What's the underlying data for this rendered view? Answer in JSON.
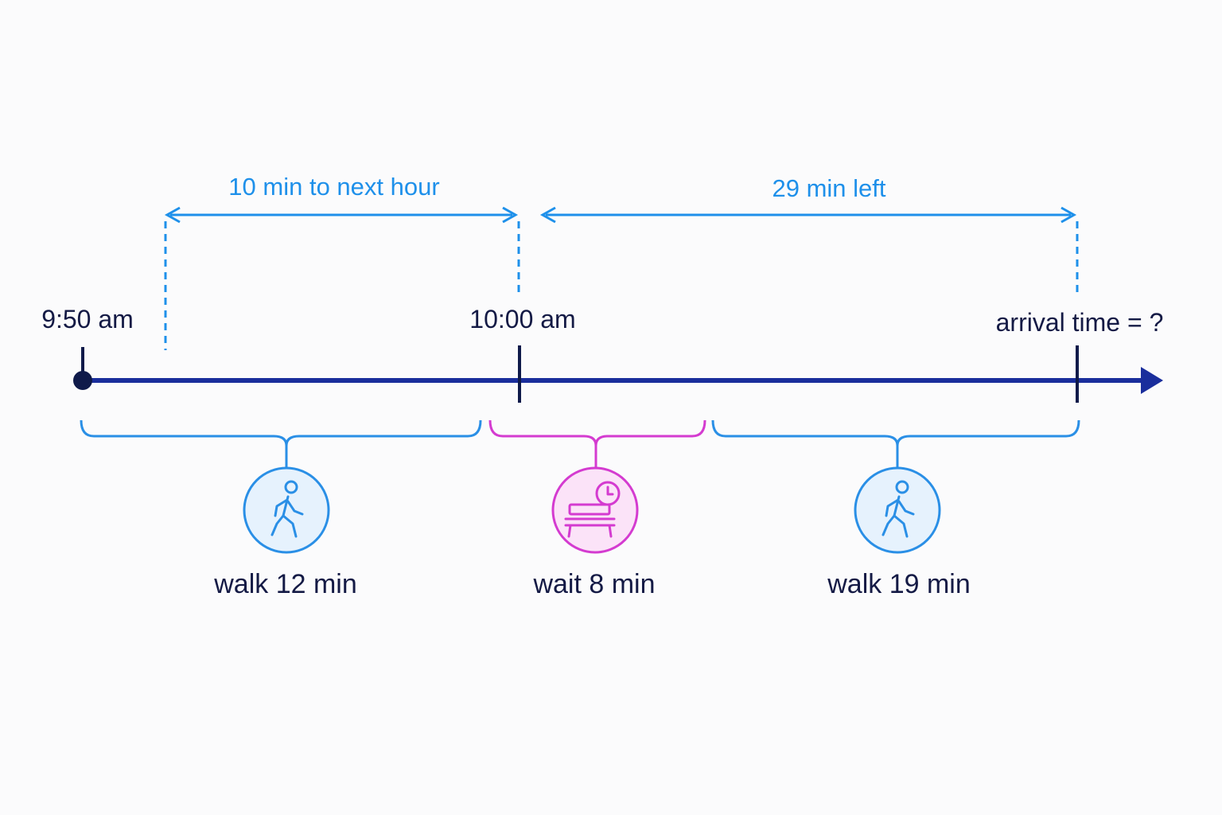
{
  "timeline": {
    "start_label": "9:50 am",
    "mid_label": "10:00 am",
    "end_label": "arrival time = ?"
  },
  "spans": {
    "to_next_hour": "10 min to next hour",
    "remaining": "29 min left"
  },
  "segments": [
    {
      "label": "walk 12 min",
      "icon": "walking-person-icon",
      "color": "#2a8fe6"
    },
    {
      "label": "wait 8 min",
      "icon": "bench-clock-icon",
      "color": "#d43bd0"
    },
    {
      "label": "walk 19 min",
      "icon": "walking-person-icon",
      "color": "#2a8fe6"
    }
  ],
  "colors": {
    "timeline": "#1a2e9c",
    "marker": "#0f1a4a",
    "span": "#1e90ea",
    "walk": "#2a8fe6",
    "wait": "#d43bd0"
  }
}
